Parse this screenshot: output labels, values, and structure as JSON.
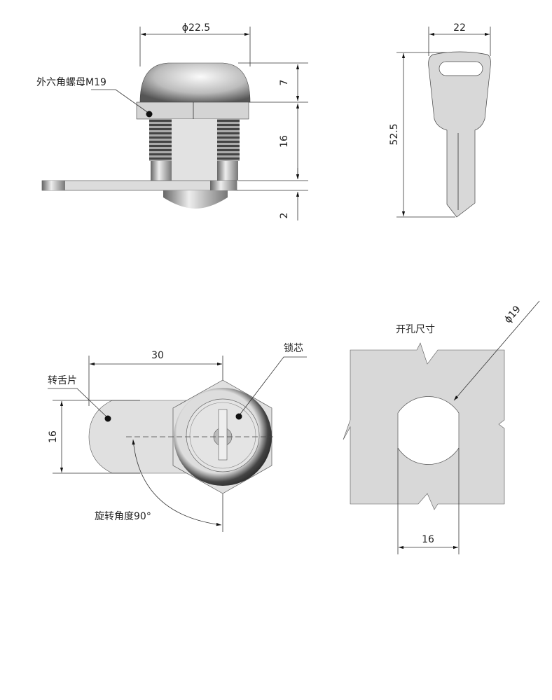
{
  "side_view": {
    "diameter_label": "ϕ22.5",
    "nut_label": "外六角螺母M19",
    "height_cap": "7",
    "height_body": "16",
    "height_bottom": "2"
  },
  "key_view": {
    "width_label": "22",
    "length_label": "52.5"
  },
  "front_view": {
    "length_label": "30",
    "width_label": "16",
    "cam_label": "转舌片",
    "core_label": "锁芯",
    "rotation_label": "旋转角度90°"
  },
  "cutout_view": {
    "title": "开孔尺寸",
    "diameter_label": "ϕ19",
    "flat_width_label": "16"
  },
  "colors": {
    "metal": "#d9d9d9",
    "line": "#333333",
    "dark": "#1a1a1a"
  }
}
